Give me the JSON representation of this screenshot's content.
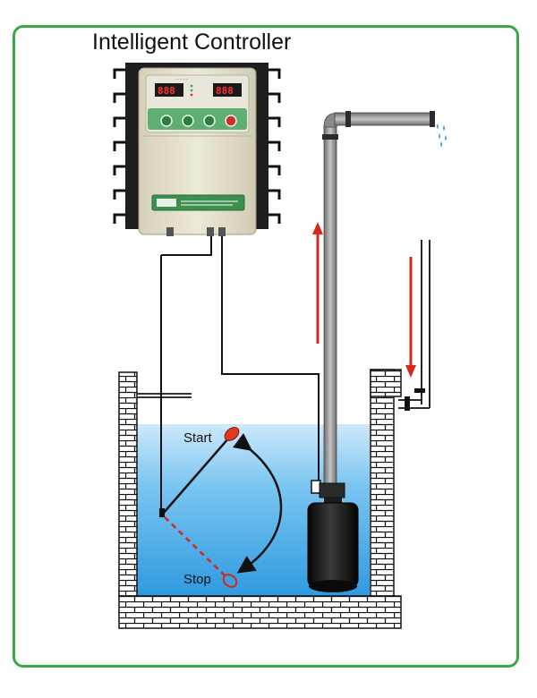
{
  "title": "Intelligent Controller",
  "labels": {
    "start": "Start",
    "stop": "Stop"
  },
  "colors": {
    "frame": "#3aa845",
    "water": "#5ab8ec",
    "arrow": "#d9261c",
    "controller_body": "#e5e1cc",
    "controller_panel": "#5fae72",
    "pipe": "#9b9b9b",
    "pump": "#1b1b1b"
  },
  "controller": {
    "display_left": "888",
    "display_right": "888",
    "buttons": [
      "green",
      "green",
      "green",
      "red"
    ]
  }
}
